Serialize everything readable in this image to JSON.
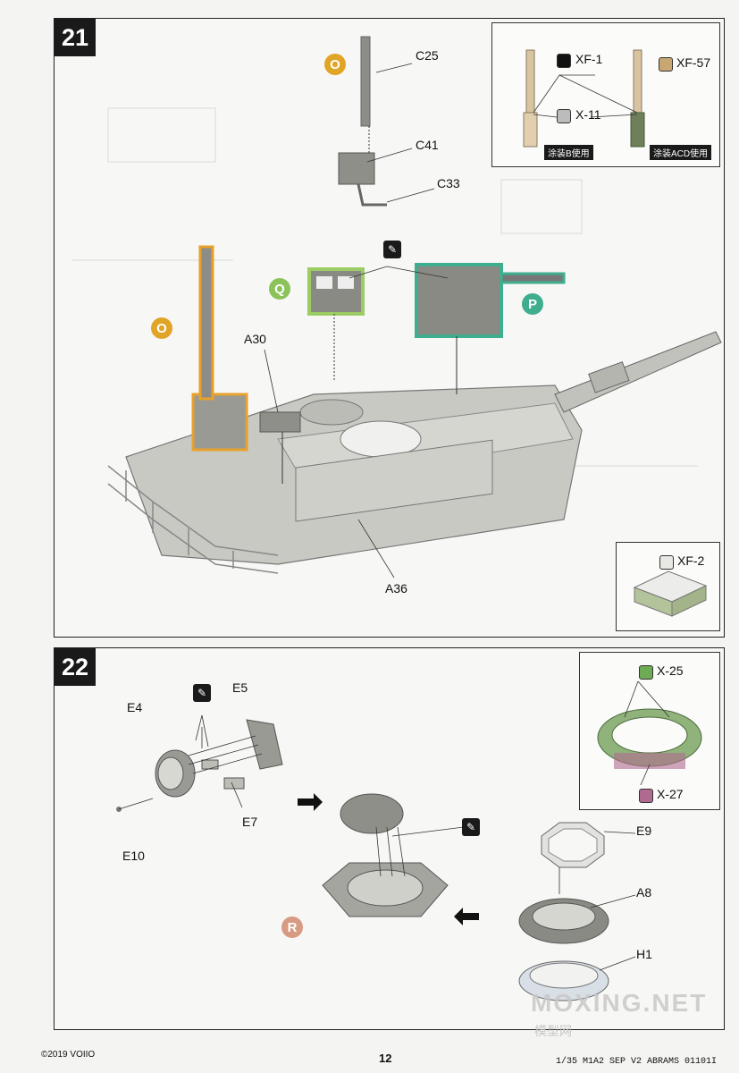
{
  "step21": {
    "number": "21",
    "parts": {
      "c25": "C25",
      "c41": "C41",
      "c33": "C33",
      "a30": "A30",
      "a36": "A36"
    },
    "callouts": {
      "o_top": "O",
      "q": "Q",
      "p": "P",
      "o_left": "O"
    },
    "paint_inset": {
      "xf1": "XF-1",
      "xf57": "XF-57",
      "x11": "X-11",
      "note_b": "涂装B使用",
      "note_acd": "涂装ACD使用"
    },
    "xf2_inset": {
      "xf2": "XF-2"
    }
  },
  "step22": {
    "number": "22",
    "parts": {
      "e5": "E5",
      "e4": "E4",
      "e7": "E7",
      "e10": "E10",
      "e9": "E9",
      "a8": "A8",
      "h1": "H1"
    },
    "callouts": {
      "r": "R"
    },
    "paint_inset": {
      "x25": "X-25",
      "x27": "X-27"
    }
  },
  "footer": {
    "copyright": "©2019 VOIIO",
    "page_number": "12",
    "product": "1/35 M1A2 SEP V2 ABRAMS 01101I"
  },
  "watermark": {
    "title": "MOXING.NET",
    "subtitle": "模型网"
  },
  "colors": {
    "callout_orange": "#e0a526",
    "callout_green": "#8cc25a",
    "callout_teal": "#3fae8e",
    "callout_salmon": "#d79a82",
    "model_gray": "#c9c9c4",
    "highlight_orange": "#e8a12a",
    "x25_green": "#8fb37a",
    "x27_purple": "#b06a8f"
  },
  "icons": [
    "glue-icon",
    "arrow-right-icon",
    "arrow-left-icon",
    "paint-square-icon"
  ]
}
